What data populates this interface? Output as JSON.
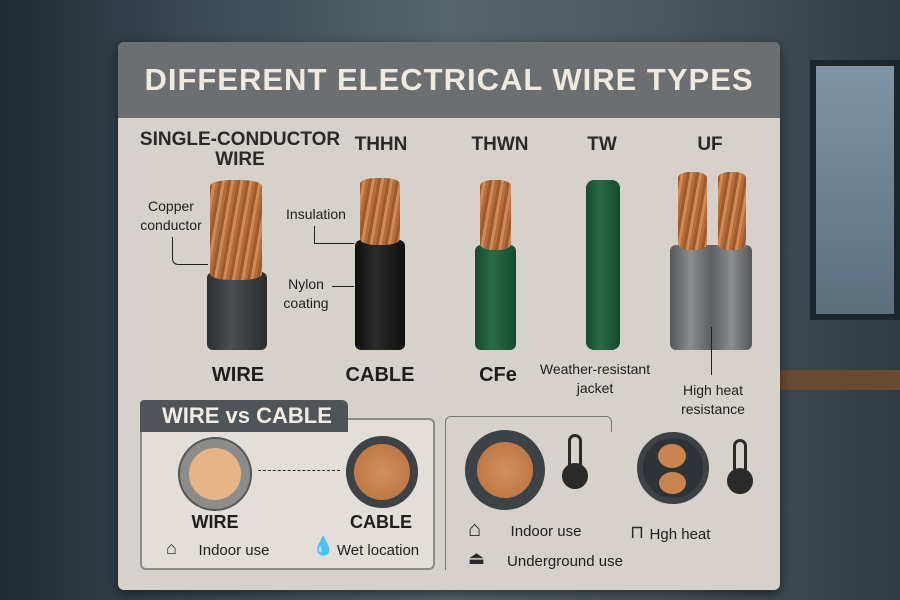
{
  "title": "DIFFERENT ELECTRICAL WIRE TYPES",
  "columns": [
    {
      "header": "SINGLE-CONDUCTOR WIRE",
      "header_line1": "SINGLE-CONDUCTOR",
      "header_line2": "WIRE",
      "bottom": "WIRE"
    },
    {
      "header": "THHN",
      "bottom": "CABLE"
    },
    {
      "header": "THWN",
      "bottom": "CFe"
    },
    {
      "header": "TW",
      "bottom_line1": "Weather-resistant",
      "bottom_line2": "jacket"
    },
    {
      "header": "UF",
      "bottom_line1": "High heat",
      "bottom_line2": "resistance"
    }
  ],
  "callouts": {
    "copper_1": "Copper",
    "copper_2": "conductor",
    "insulation": "Insulation",
    "nylon_1": "Nylon",
    "nylon_2": "coating"
  },
  "wire_vs_cable": {
    "title": "WIRE vs CABLE",
    "wire": "WIRE",
    "cable": "CABLE",
    "indoor": "Indoor use",
    "wet": "Wet location"
  },
  "right_panel": {
    "indoor": "Indoor use",
    "underground": "Underground use",
    "heat": "Hgh heat"
  },
  "colors": {
    "copper": "#c07a45",
    "green": "#1f5a3a",
    "black": "#1a1a1a",
    "gray": "#6f7173",
    "header": "#6b6f72"
  },
  "icons": [
    "house-icon",
    "water-drop-icon",
    "thermometer-icon",
    "underground-icon",
    "heat-icon",
    "arrow-icon"
  ]
}
